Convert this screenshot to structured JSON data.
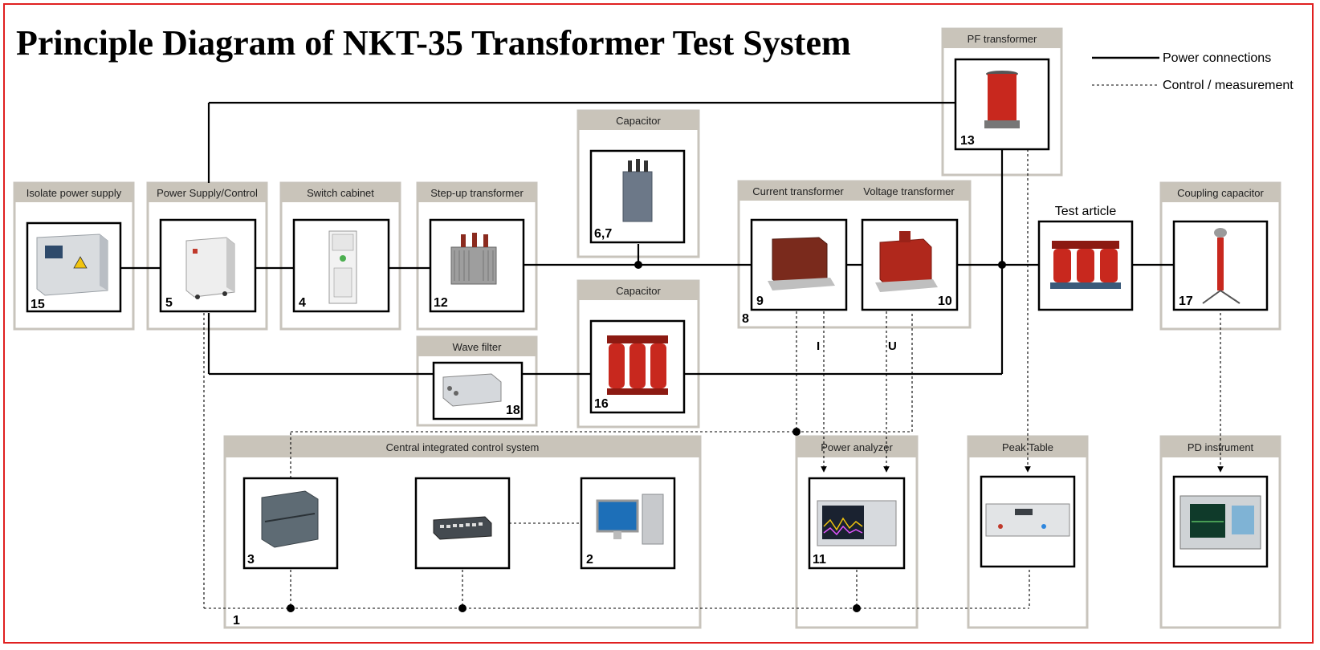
{
  "title": "Principle Diagram of NKT-35 Transformer Test System",
  "legend": {
    "power": "Power connections",
    "control": "Control / measurement"
  },
  "labels": {
    "isolate": "Isolate power supply",
    "power_supply": "Power Supply/Control",
    "switch": "Switch cabinet",
    "stepup": "Step-up transformer",
    "capacitor_top": "Capacitor",
    "capacitor_mid": "Capacitor",
    "wave_filter": "Wave filter",
    "current_t": "Current transformer",
    "voltage_t": "Voltage transformer",
    "pf": "PF transformer",
    "test_article": "Test article",
    "coupling": "Coupling capacitor",
    "central": "Central integrated control system",
    "power_analyzer": "Power analyzer",
    "peak_table": "Peak Table",
    "pd_instrument": "PD instrument"
  },
  "numbers": {
    "n15": "15",
    "n5": "5",
    "n4": "4",
    "n12": "12",
    "n67": "6,7",
    "n9": "9",
    "n10": "10",
    "n8": "8",
    "n13": "13",
    "n17": "17",
    "n18": "18",
    "n16": "16",
    "n3": "3",
    "n2": "2",
    "n11": "11",
    "n1": "1"
  },
  "signals": {
    "current": "I",
    "voltage": "U"
  },
  "colors": {
    "frame": "#e02020",
    "panel_fill": "#ffffff",
    "panel_border": "#c8c4bc",
    "header_fill": "#c9c4ba",
    "equipment_red": "#c8281e",
    "line": "#000000"
  }
}
